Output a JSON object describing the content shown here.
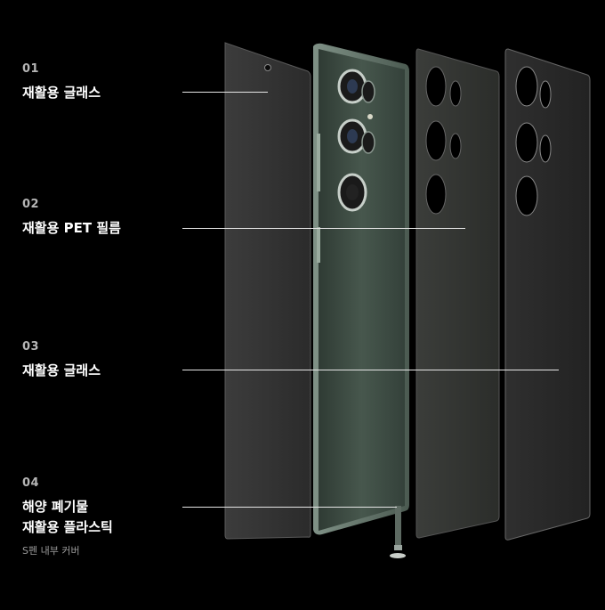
{
  "items": [
    {
      "number": "01",
      "title": "재활용 글래스"
    },
    {
      "number": "02",
      "title": "재활용 PET 필름"
    },
    {
      "number": "03",
      "title": "재활용 글래스"
    },
    {
      "number": "04",
      "title_line1": "해양 폐기물",
      "title_line2": "재활용 플라스틱",
      "subtitle": "S펜 내부 커버"
    }
  ],
  "colors": {
    "background": "#000000",
    "phone_body": "#3a4a41",
    "panel_dark": "#2a2a2a"
  }
}
